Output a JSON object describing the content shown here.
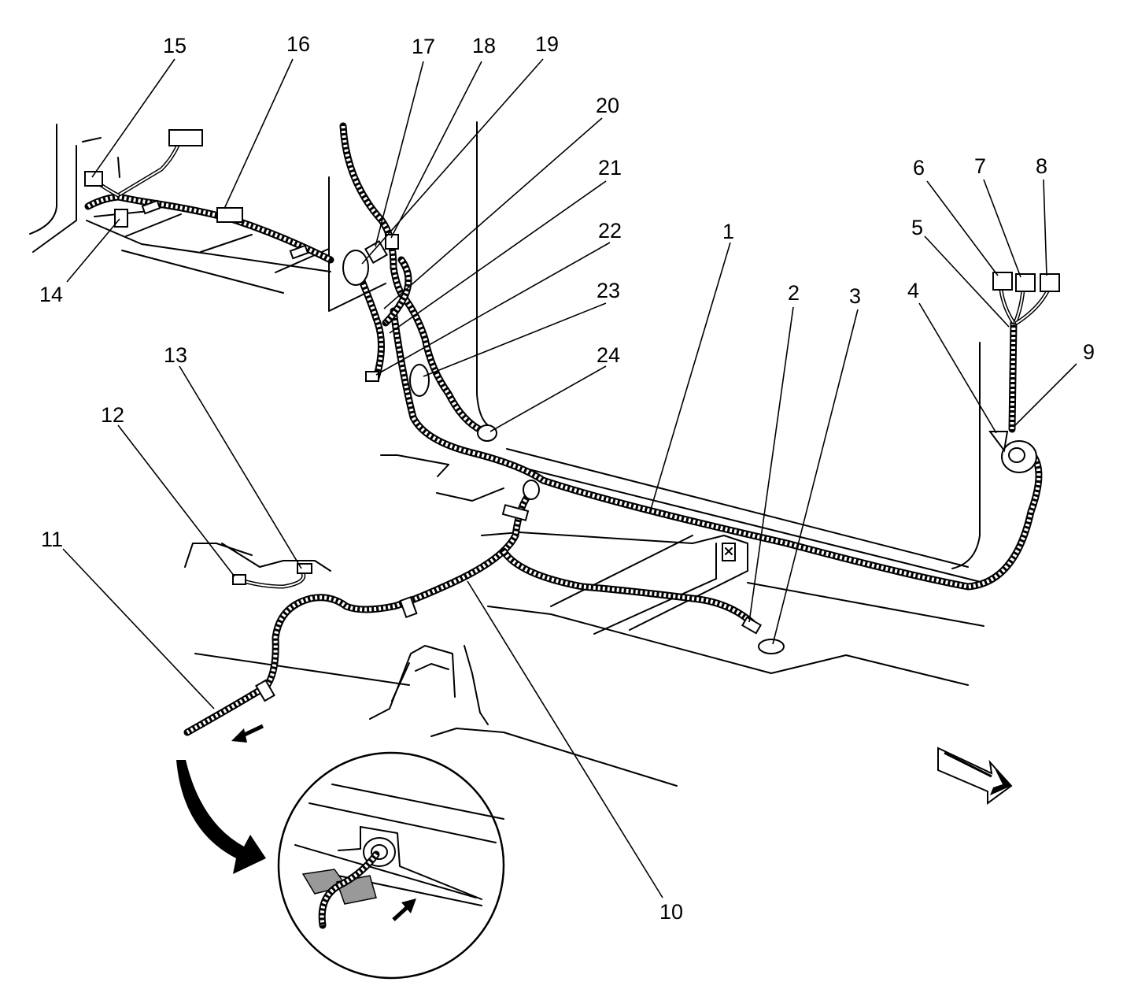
{
  "callouts": [
    {
      "id": "1",
      "label": "1"
    },
    {
      "id": "2",
      "label": "2"
    },
    {
      "id": "3",
      "label": "3"
    },
    {
      "id": "4",
      "label": "4"
    },
    {
      "id": "5",
      "label": "5"
    },
    {
      "id": "6",
      "label": "6"
    },
    {
      "id": "7",
      "label": "7"
    },
    {
      "id": "8",
      "label": "8"
    },
    {
      "id": "9",
      "label": "9"
    },
    {
      "id": "10",
      "label": "10"
    },
    {
      "id": "11",
      "label": "11"
    },
    {
      "id": "12",
      "label": "12"
    },
    {
      "id": "13",
      "label": "13"
    },
    {
      "id": "14",
      "label": "14"
    },
    {
      "id": "15",
      "label": "15"
    },
    {
      "id": "16",
      "label": "16"
    },
    {
      "id": "17",
      "label": "17"
    },
    {
      "id": "18",
      "label": "18"
    },
    {
      "id": "19",
      "label": "19"
    },
    {
      "id": "20",
      "label": "20"
    },
    {
      "id": "21",
      "label": "21"
    },
    {
      "id": "22",
      "label": "22"
    },
    {
      "id": "23",
      "label": "23"
    },
    {
      "id": "24",
      "label": "24"
    }
  ],
  "icons": {
    "front_direction": "front-direction-arrow-icon",
    "detail_view": "detail-magnifier-icon",
    "detail_pointer": "curved-detail-arrow-icon"
  }
}
